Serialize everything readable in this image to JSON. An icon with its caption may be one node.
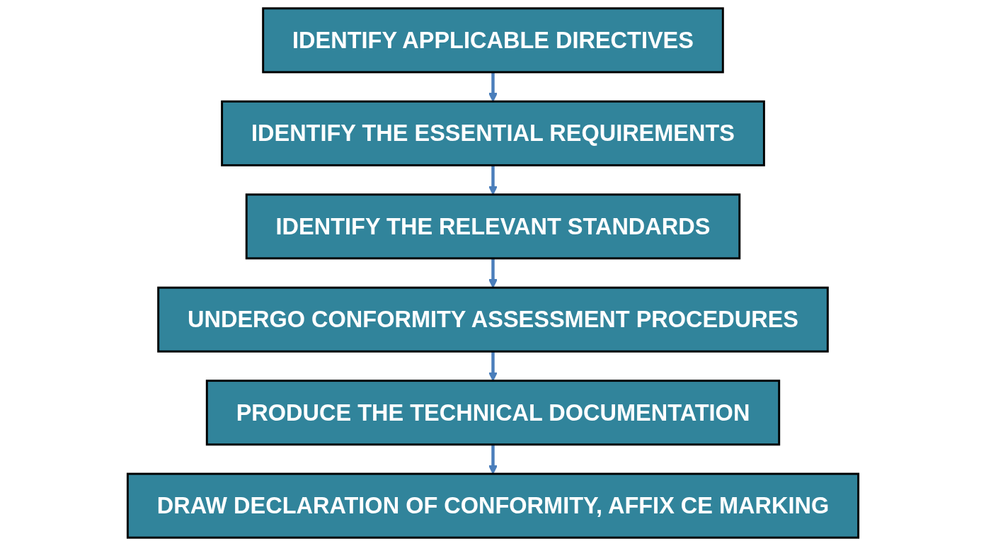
{
  "diagram": {
    "nodes": [
      {
        "text": [
          "IDENTIFY APPLICABLE DIRECTIVES"
        ]
      },
      {
        "text": [
          "IDENTIFY THE ESSENTIAL REQUIREMENTS"
        ]
      },
      {
        "text": [
          "IDENTIFY THE RELEVANT STANDARDS"
        ]
      },
      {
        "text": [
          "UNDERGO CONFORMITY ASSESSMENT PROCEDURES"
        ]
      },
      {
        "text": [
          "PRODUCE THE TECHNICAL DOCUMENTATION"
        ]
      },
      {
        "text": [
          "DRAW DECLARATION OF CONFORMITY, AFFIX CE MARKING"
        ]
      }
    ],
    "edges": [
      {
        "from": 0,
        "to": 1,
        "arrow": "to"
      },
      {
        "from": 1,
        "to": 2,
        "arrow": "to"
      },
      {
        "from": 2,
        "to": 3,
        "arrow": "to"
      },
      {
        "from": 3,
        "to": 4,
        "arrow": "to"
      },
      {
        "from": 4,
        "to": 5,
        "arrow": "to"
      }
    ]
  }
}
